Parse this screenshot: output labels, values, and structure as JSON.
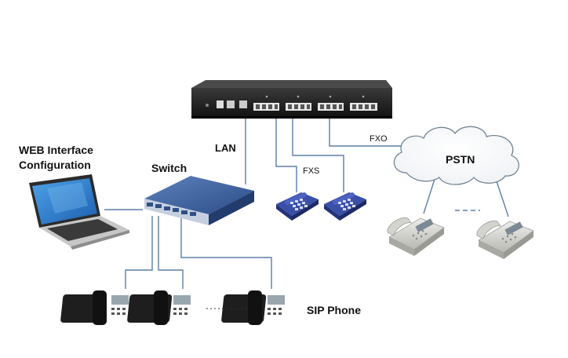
{
  "labels": {
    "web_interface_line1": "WEB Interface",
    "web_interface_line2": "Configuration",
    "switch": "Switch",
    "lan": "LAN",
    "fxs": "FXS",
    "fxo": "FXO",
    "pstn": "PSTN",
    "sip_phone": "SIP Phone"
  },
  "icons": {
    "gateway": "voip-gateway-icon",
    "laptop": "laptop-icon",
    "switch": "network-switch-icon",
    "analog_phone": "analog-phone-icon",
    "pstn_phone": "desk-phone-icon",
    "sip_phone": "ip-phone-icon",
    "cloud": "cloud-icon"
  },
  "colors": {
    "connector": "#5b7ea8",
    "switch_body": "#2f4f86",
    "gateway_body": "#1b1b1b",
    "analog_phone": "#3a4fa8",
    "pstn_phone": "#c9c9c4"
  }
}
